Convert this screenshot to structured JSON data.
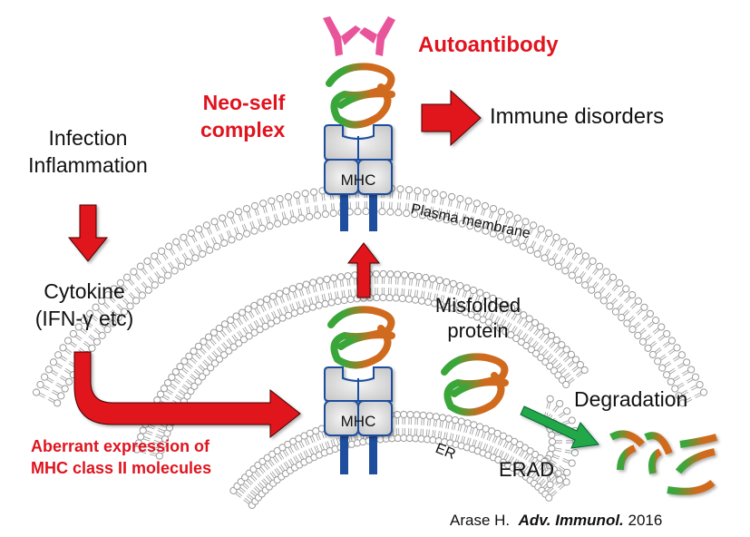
{
  "labels": {
    "autoantibody": "Autoantibody",
    "neo_self_line1": "Neo-self",
    "neo_self_line2": "complex",
    "immune_disorders": "Immune disorders",
    "infection": "Infection",
    "inflammation": "Inflammation",
    "cytokine": "Cytokine",
    "ifn": "(IFN-γ etc)",
    "plasma_membrane": "Plasma membrane",
    "misfolded_line1": "Misfolded",
    "misfolded_line2": "protein",
    "degradation": "Degradation",
    "er": "ER",
    "erad": "ERAD",
    "aberrant_line1": "Aberrant expression of",
    "aberrant_line2": "MHC class II molecules",
    "mhc_top": "MHC",
    "mhc_bottom": "MHC"
  },
  "citation": {
    "author": "Arase H.",
    "journal": "Adv. Immunol.",
    "year": "2016"
  },
  "colors": {
    "accent_red": "#e0141e",
    "antibody_pink": "#e8559a",
    "protein_green": "#3aa63a",
    "protein_orange": "#d06a1e",
    "mhc_blue": "#1f4e9e",
    "mhc_fill": "#dcdcdc",
    "membrane_gray": "#9a9a9a",
    "degradation_arrow": "#22a84a"
  }
}
